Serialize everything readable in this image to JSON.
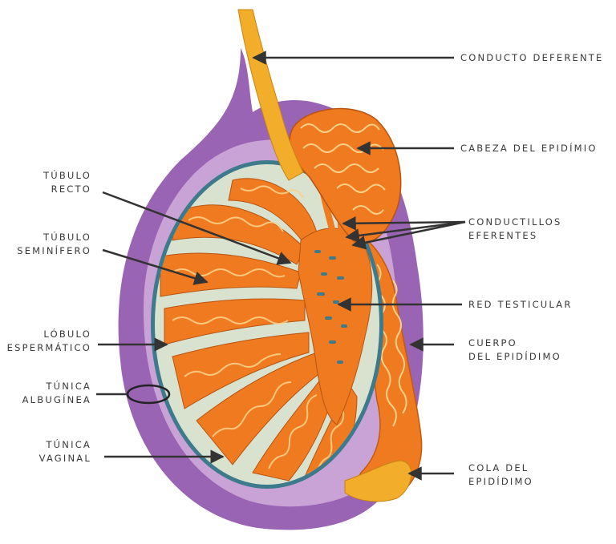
{
  "labels": {
    "conducto_deferente": "CONDUCTO DEFERENTE",
    "cabeza_epididimo": "CABEZA DEL EPIDÍMIO",
    "conductillos_eferentes": "CONDUCTILLOS\nEFERENTES",
    "red_testicular": "RED TESTICULAR",
    "cuerpo_epididimo": "CUERPO\nDEL EPIDÍDIMO",
    "cola_epididimo": "COLA DEL\nEPIDÍDIMO",
    "tubulo_recto": "TÚBULO\nRECTO",
    "tubulo_seminifero": "TÚBULO\nSEMINÍFERO",
    "lobulo_espermatico": "LÓBULO\nESPERMÁTICO",
    "tunica_albuginea": "TÚNICA\nALBUGÍNEA",
    "tunica_vaginal": "TÚNICA\nVAGINAL"
  },
  "colors": {
    "vaginal_purple": "#9a64b4",
    "vaginal_light": "#c9a2d6",
    "albuginea_blue": "#3d7a8c",
    "interstitial": "#d8e2cf",
    "tubule_orange": "#f07a1f",
    "tubule_light": "#fbd088",
    "deferent_yellow": "#f2ad2a",
    "arrow": "#333333"
  }
}
